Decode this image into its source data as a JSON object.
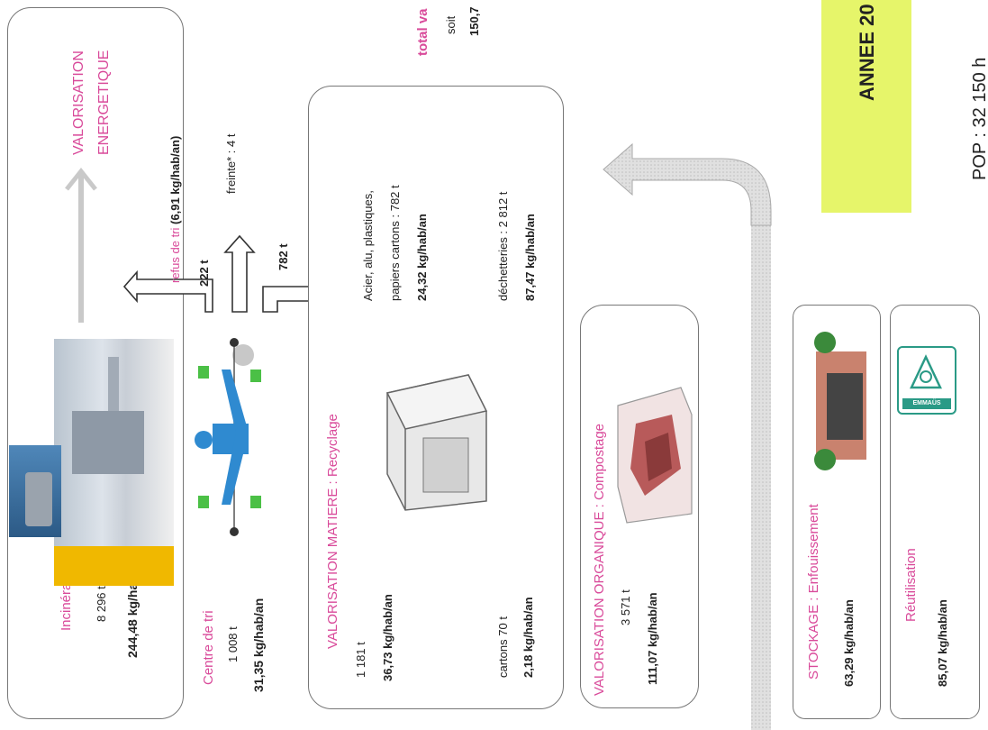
{
  "energetique": {
    "title_line1": "VALORISATION",
    "title_line2": "ENERGETIQUE"
  },
  "incineration": {
    "label": "Incinération",
    "tonnage": "8 296 t",
    "ratio": "244,48 kg/hab/an"
  },
  "centre_tri": {
    "label": "Centre de tri",
    "tonnage": "1 008 t",
    "ratio": "31,35 kg/hab/an",
    "refus_prefix": "refus de tri",
    "refus_value": "(6,91 kg/hab/an)",
    "refus_tonnage": "222 t",
    "freinte": "freinte* : 4 t",
    "to_recyclage": "782 t"
  },
  "matiere": {
    "title": "VALORISATION MATIERE : Recyclage",
    "col1_tonnage": "1 181 t",
    "col1_ratio": "36,73 kg/hab/an",
    "cartons": "cartons 70 t",
    "cartons_ratio": "2,18 kg/hab/an",
    "acier_line1": "Acier, alu, plastiques,",
    "acier_line2": "papiers cartons : 782 t",
    "acier_ratio": "24,32 kg/hab/an",
    "decheteries": "déchetteries : 2 812 t",
    "decheteries_ratio": "87,47 kg/hab/an"
  },
  "organique": {
    "title": "VALORISATION ORGANIQUE : Compostage",
    "tonnage": "3 571 t",
    "ratio": "111,07 kg/hab/an"
  },
  "total": {
    "label": "total va",
    "line2": "soit",
    "line3": "150,7"
  },
  "annee": {
    "label": "ANNEE 20"
  },
  "pop": {
    "label": "POP : 32 150 h"
  },
  "stockage": {
    "title": "STOCKAGE : Enfouissement",
    "ratio": "63,29 kg/hab/an"
  },
  "reutilisation": {
    "title": "Réutilisation",
    "ratio": "85,07 kg/hab/an",
    "logo_text": "EMMAÜS"
  },
  "colors": {
    "pink": "#d94a9a",
    "yellow_note": "#e6f56a",
    "border": "#777777"
  }
}
